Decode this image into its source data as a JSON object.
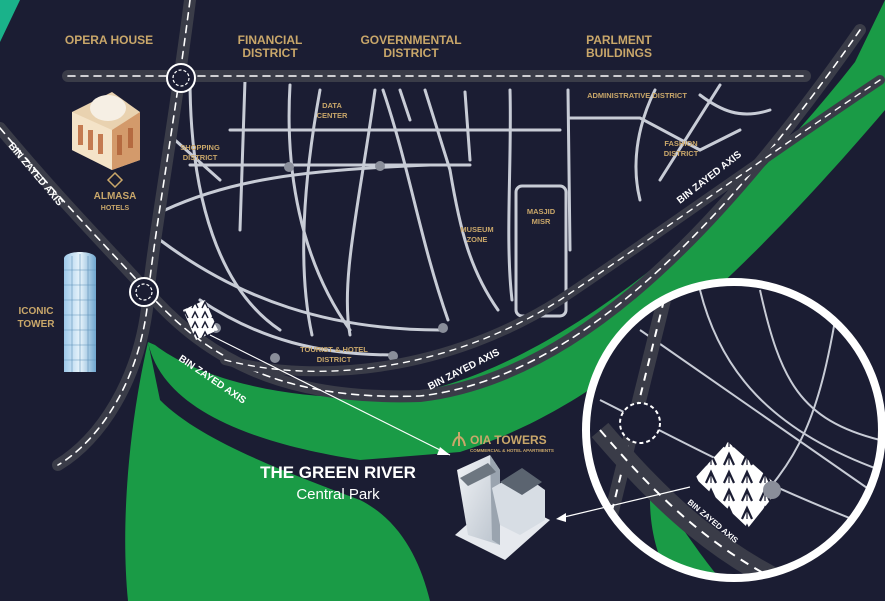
{
  "colors": {
    "background": "#1b1d33",
    "park_green": "#1a9b46",
    "road_dark": "#3a3c48",
    "road_dash": "#ffffff",
    "label_gold": "#c9a76a",
    "teal_corner": "#1ab28a"
  },
  "districts": {
    "opera_house": "OPERA HOUSE",
    "financial_line1": "FINANCIAL",
    "financial_line2": "DISTRICT",
    "governmental_line1": "GOVERNMENTAL",
    "governmental_line2": "DISTRICT",
    "parliament_line1": "PARLMENT",
    "parliament_line2": "BUILDINGS",
    "data_center_line1": "DATA",
    "data_center_line2": "CENTER",
    "administrative": "ADMINISTRATIVE DISTRICT",
    "fashion_line1": "FASHION",
    "fashion_line2": "DISTRICT",
    "shopping_line1": "SHOPPING",
    "shopping_line2": "DISTRICT",
    "museum_line1": "MUSEUM",
    "museum_line2": "ZONE",
    "masjid_line1": "MASJID",
    "masjid_line2": "MISR",
    "tourist_line1": "TOURIST & HOTEL",
    "tourist_line2": "DISTRICT",
    "iconic_line1": "ICONIC",
    "iconic_line2": "TOWER"
  },
  "landmarks": {
    "almasa_name": "ALMASA",
    "almasa_sub": "HOTELS"
  },
  "roads": {
    "bin_zayed_axis": "BIN ZAYED AXIS"
  },
  "park": {
    "title": "THE GREEN RIVER",
    "subtitle": "Central Park"
  },
  "project": {
    "logo_name": "OIA TOWERS",
    "logo_tagline": "COMMERCIAL & HOTEL APARTMENTS"
  },
  "icons": [
    "roundabout-icon",
    "hotel-building-icon",
    "tower-building-icon",
    "project-towers-icon",
    "project-plot-marker-icon",
    "zoom-inset-icon"
  ]
}
